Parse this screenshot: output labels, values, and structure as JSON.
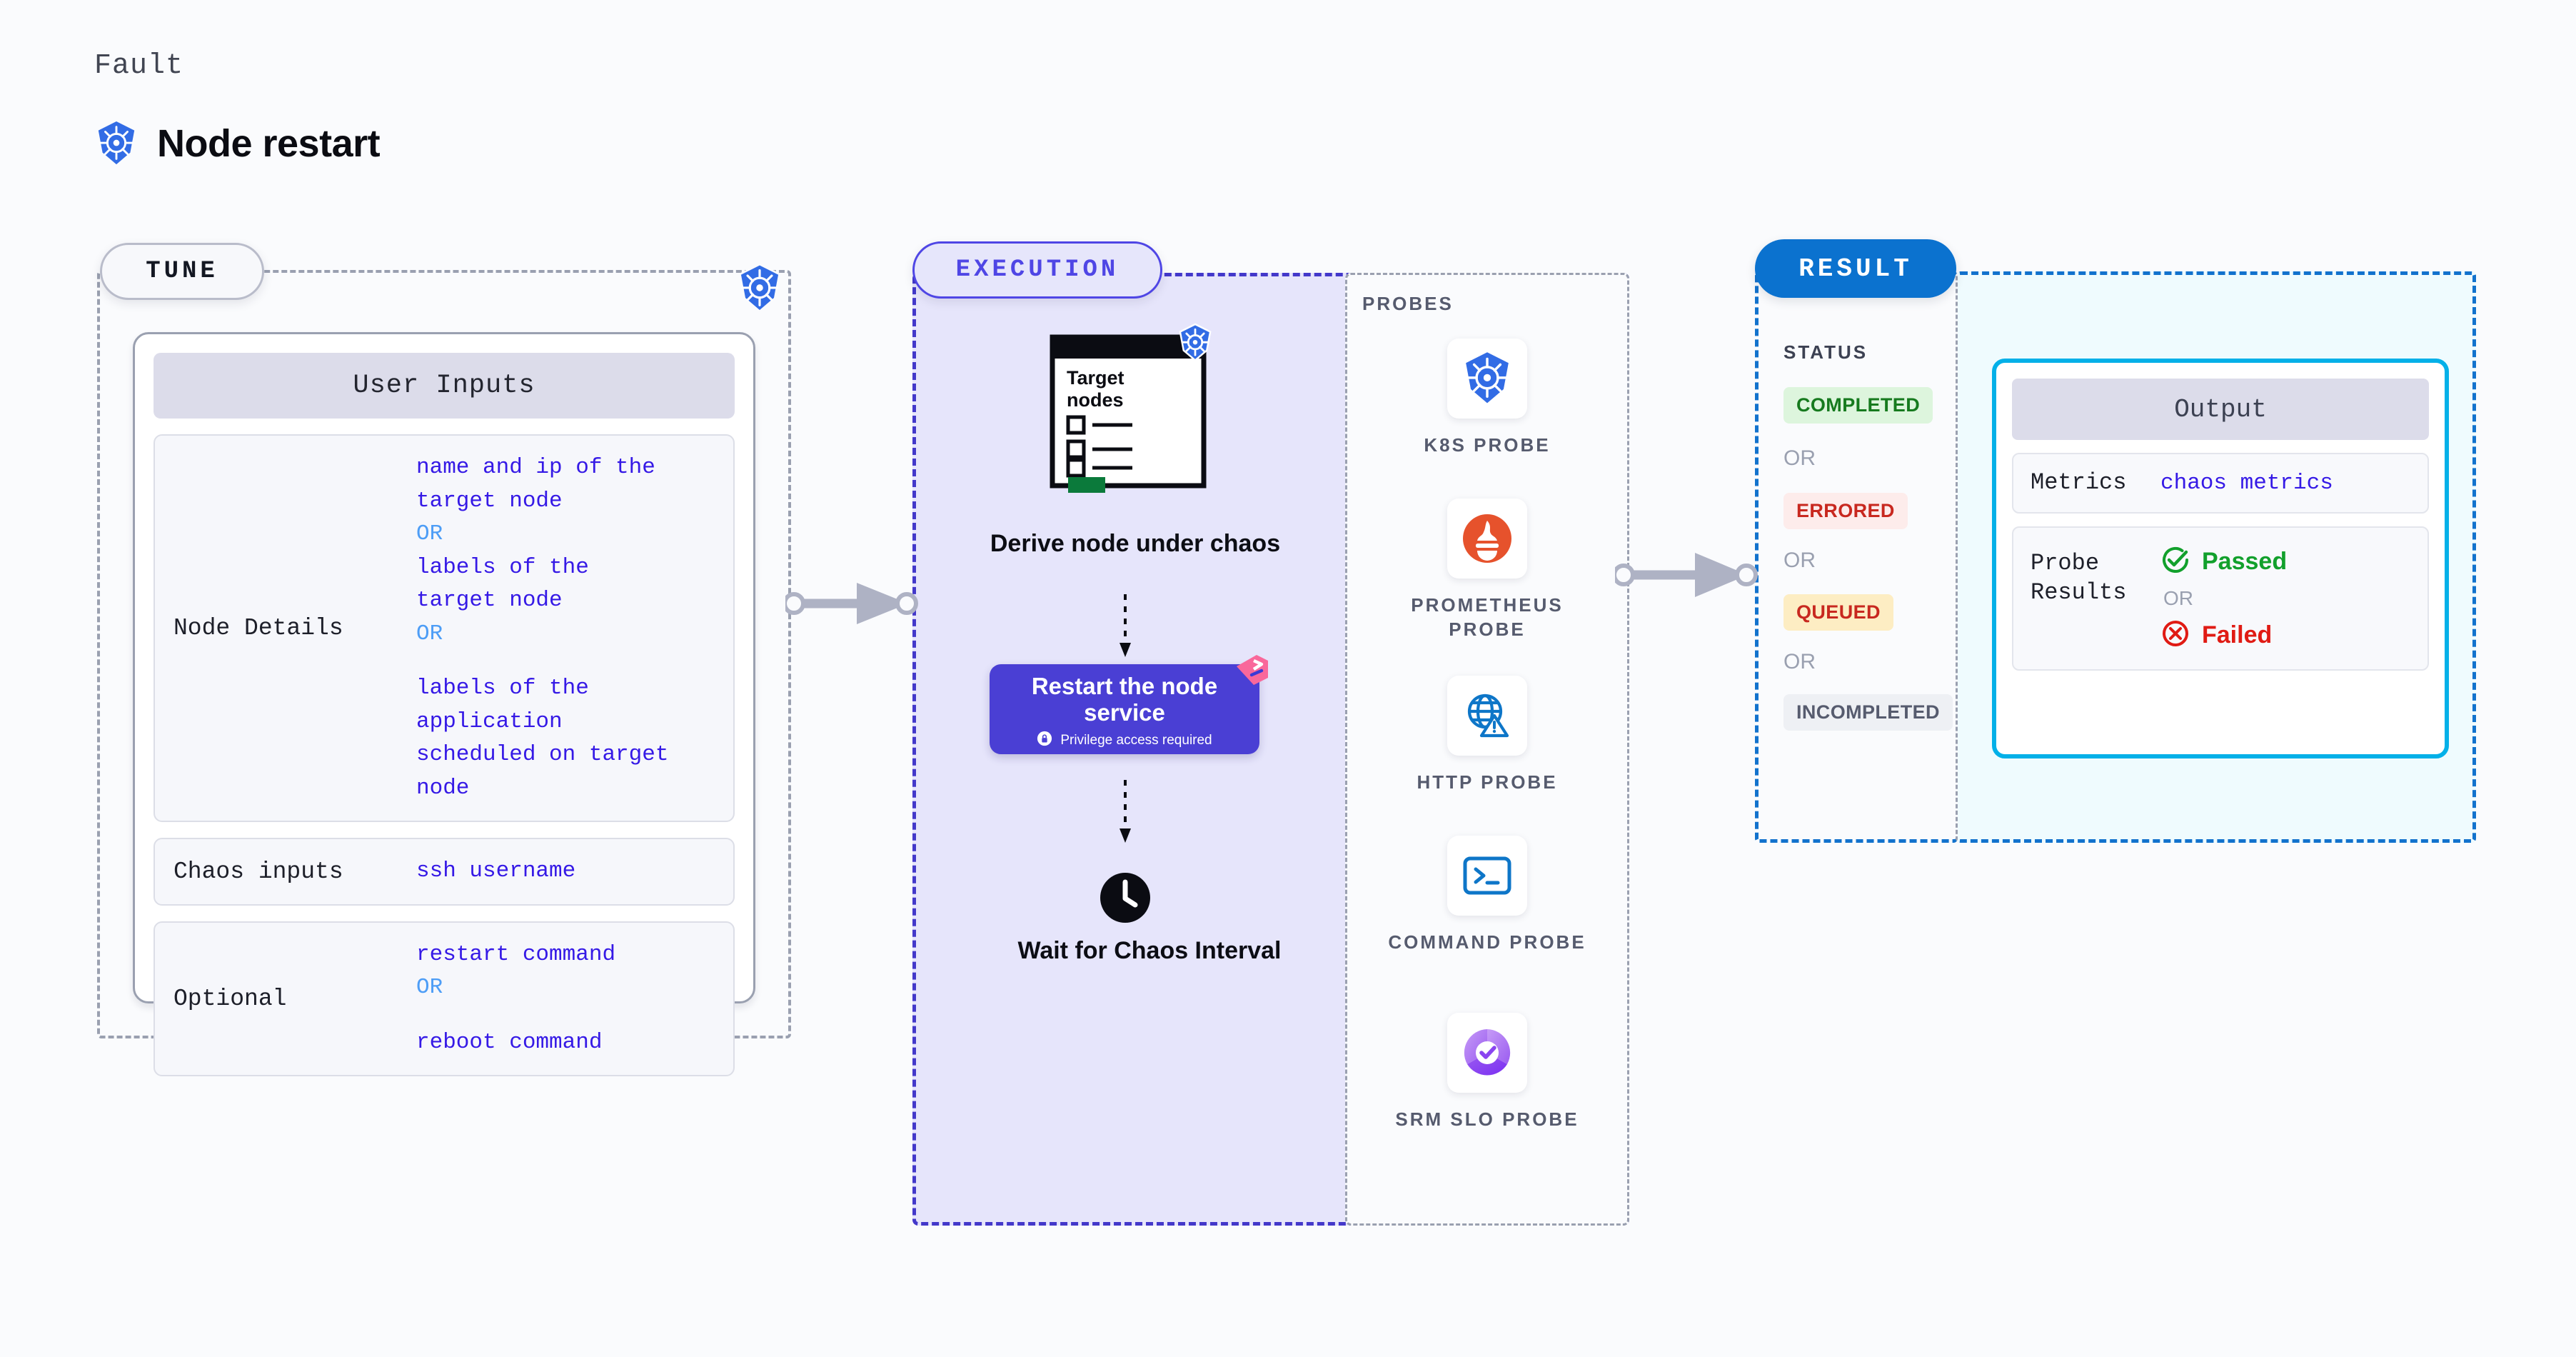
{
  "header": {
    "kicker": "Fault",
    "title": "Node restart",
    "icon": "kubernetes-icon"
  },
  "tune": {
    "pill_label": "TUNE",
    "corner_icon": "kubernetes-icon",
    "card_title": "User Inputs",
    "rows": [
      {
        "label": "Node Details",
        "values": [
          {
            "text": "name and ip of the",
            "kind": "value"
          },
          {
            "text": "target node",
            "kind": "value"
          },
          {
            "text": "OR",
            "kind": "or"
          },
          {
            "text": "labels of the",
            "kind": "value"
          },
          {
            "text": "target node",
            "kind": "value"
          },
          {
            "text": "OR",
            "kind": "or"
          },
          {
            "text": "",
            "kind": "gap"
          },
          {
            "text": "labels of the application",
            "kind": "value"
          },
          {
            "text": " scheduled on target node",
            "kind": "value"
          }
        ]
      },
      {
        "label": "Chaos inputs",
        "values": [
          {
            "text": "ssh username",
            "kind": "value"
          }
        ]
      },
      {
        "label": "Optional",
        "values": [
          {
            "text": "restart command",
            "kind": "value"
          },
          {
            "text": "OR",
            "kind": "or"
          },
          {
            "text": "",
            "kind": "gap"
          },
          {
            "text": "reboot command",
            "kind": "value"
          }
        ]
      }
    ]
  },
  "execution": {
    "pill_label": "EXECUTION",
    "target_card": {
      "title_line_1": "Target",
      "title_line_2": "nodes",
      "badge_icon": "kubernetes-icon"
    },
    "derive_caption": "Derive node under chaos",
    "restart_card": {
      "title": "Restart the node service",
      "privilege_note": "Privilege access required",
      "privilege_icon": "lock-icon",
      "ribbon_icon": "harness-ribbon-icon",
      "bg_color": "#4a3fd4"
    },
    "wait_caption": "Wait for Chaos Interval",
    "wait_icon": "clock-icon"
  },
  "probes": {
    "title": "PROBES",
    "items": [
      {
        "label": "K8S PROBE",
        "icon": "kubernetes-icon"
      },
      {
        "label": "PROMETHEUS PROBE",
        "icon": "prometheus-icon"
      },
      {
        "label": "HTTP PROBE",
        "icon": "globe-warning-icon"
      },
      {
        "label": "COMMAND PROBE",
        "icon": "terminal-icon"
      },
      {
        "label": "SRM SLO PROBE",
        "icon": "srm-slo-icon"
      }
    ]
  },
  "result": {
    "pill_label": "RESULT",
    "status_title": "STATUS",
    "statuses": [
      {
        "label": "COMPLETED",
        "color": "#167a1e",
        "bg": "#ddf5dd"
      },
      {
        "label": "ERRORED",
        "color": "#c8281f",
        "bg": "#fdeceb"
      },
      {
        "label": "QUEUED",
        "color": "#c8281f",
        "bg": "#fdedc3"
      },
      {
        "label": "INCOMPLETED",
        "color": "#565b6e",
        "bg": "#eef0f4"
      }
    ],
    "or_label": "OR",
    "output": {
      "title": "Output",
      "metrics_label": "Metrics",
      "metrics_value": "chaos metrics",
      "probe_results_label": "Probe Results",
      "passed_label": "Passed",
      "passed_icon": "check-circle-icon",
      "passed_color": "#12a02c",
      "or_label": "OR",
      "failed_label": "Failed",
      "failed_icon": "x-circle-icon",
      "failed_color": "#e01b14"
    }
  },
  "connectors": {
    "tune_to_execution": "arrow-right",
    "execution_to_result": "arrow-right"
  }
}
